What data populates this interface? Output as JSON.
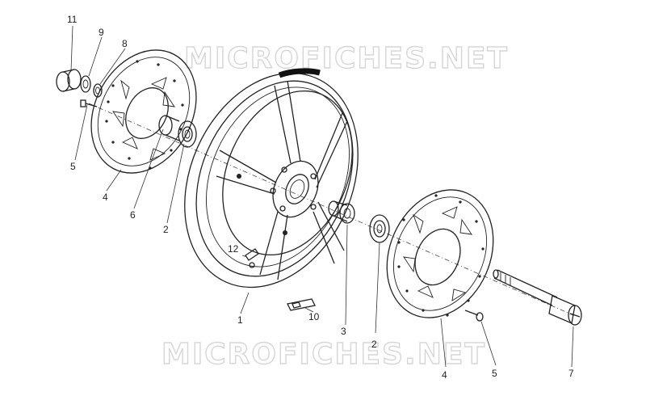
{
  "watermark_text": "MICROFICHES.NET",
  "callouts": {
    "c1": "1",
    "c2a": "2",
    "c2b": "2",
    "c3": "3",
    "c4a": "4",
    "c4b": "4",
    "c5a": "5",
    "c5b": "5",
    "c6": "6",
    "c7": "7",
    "c8": "8",
    "c9": "9",
    "c10": "10",
    "c11": "11",
    "c12": "12"
  }
}
